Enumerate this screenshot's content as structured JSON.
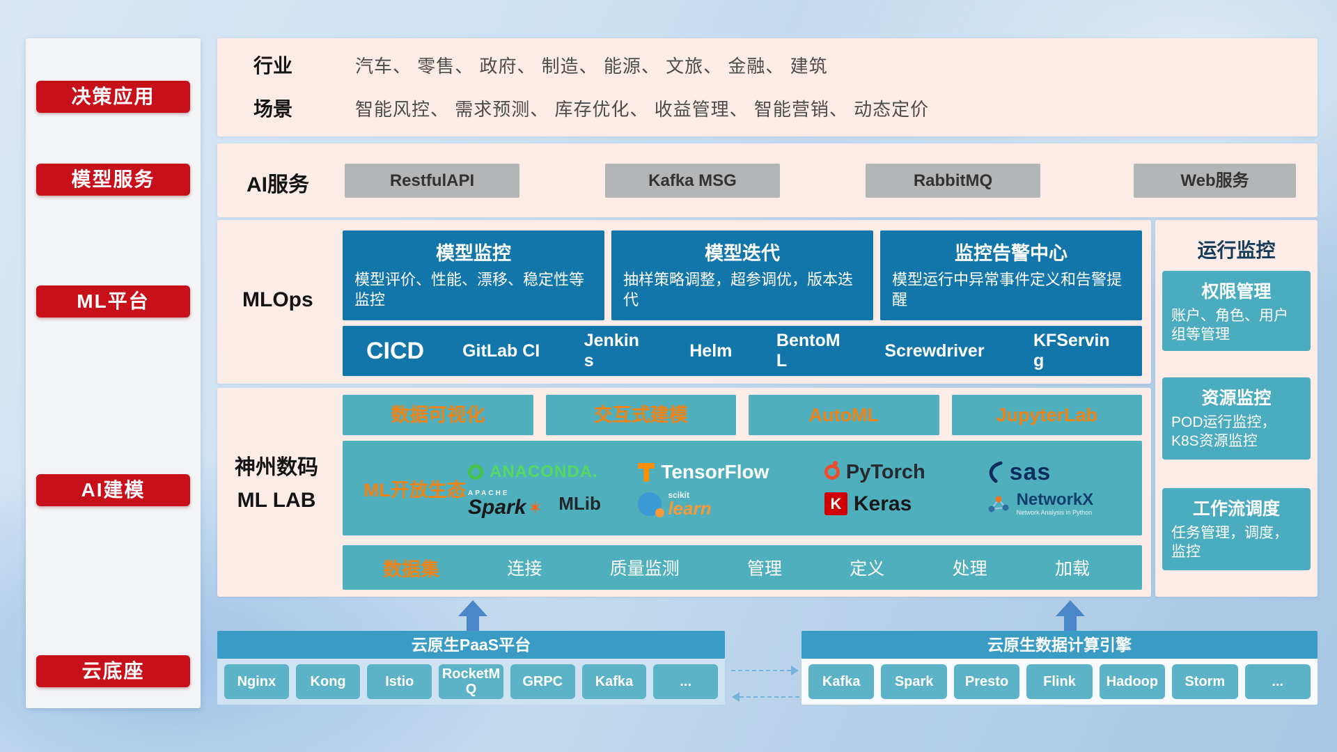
{
  "colors": {
    "red": "#c8101b",
    "pink_panel": "#fcece7",
    "blue": "#1376ab",
    "teal": "#4fafbd",
    "orange": "#ef8315",
    "bar_blue": "#3a9cc4",
    "tool_teal": "#5cb2c6"
  },
  "sidebar": {
    "items": [
      {
        "label": "决策应用"
      },
      {
        "label": "模型服务"
      },
      {
        "label": "ML平台"
      },
      {
        "label": "AI建模"
      },
      {
        "label": "云底座"
      }
    ]
  },
  "apps_row": {
    "industry_label": "行业",
    "industry_text": "汽车、 零售、 政府、 制造、 能源、 文旅、 金融、 建筑",
    "scene_label": "场景",
    "scene_text": "智能风控、 需求预测、 库存优化、 收益管理、 智能营销、 动态定价"
  },
  "service_row": {
    "label": "AI服务",
    "items": [
      "RestfulAPI",
      "Kafka MSG",
      "RabbitMQ",
      "Web服务"
    ]
  },
  "mlops": {
    "label": "MLOps",
    "cards": [
      {
        "title": "模型监控",
        "desc": "模型评价、性能、漂移、稳定性等监控"
      },
      {
        "title": "模型迭代",
        "desc": "抽样策略调整，超参调优，版本迭代"
      },
      {
        "title": "监控告警中心",
        "desc": "模型运行中异常事件定义和告警提醒"
      }
    ],
    "cicd_label": "CICD",
    "cicd_tools": [
      "GitLab CI",
      "Jenkins",
      "Helm",
      "BentoML",
      "Screwdriver",
      "KFServing"
    ]
  },
  "monitor": {
    "title": "运行监控",
    "cards": [
      {
        "title": "权限管理",
        "desc": "账户、角色、用户组等管理"
      },
      {
        "title": "资源监控",
        "desc": "POD运行监控，K8S资源监控"
      },
      {
        "title": "工作流调度",
        "desc": "任务管理，调度，监控"
      }
    ]
  },
  "mllab": {
    "label_line1": "神州数码",
    "label_line2": "ML LAB",
    "features": [
      "数据可视化",
      "交互式建模",
      "AutoML",
      "JupyterLab"
    ],
    "eco_label": "ML开放生态",
    "logos": {
      "anaconda": "ANACONDA.",
      "tensorflow": "TensorFlow",
      "pytorch": "PyTorch",
      "sas": "sas",
      "spark_apache": "APACHE",
      "spark": "Spark",
      "spark_star": "✶",
      "mlib": "MLib",
      "sklearn_top": "scikit",
      "sklearn": "learn",
      "keras_k": "K",
      "keras": "Keras",
      "networkx": "NetworkX",
      "networkx_sub": "Network Analysis in Python"
    },
    "dataset_label": "数据集",
    "dataset_items": [
      "连接",
      "质量监测",
      "管理",
      "定义",
      "处理",
      "加载"
    ]
  },
  "bottom": {
    "paas_title": "云原生PaaS平台",
    "paas_tools": [
      "Nginx",
      "Kong",
      "Istio",
      "RocketMQ",
      "GRPC",
      "Kafka",
      "..."
    ],
    "engine_title": "云原生数据计算引擎",
    "engine_tools": [
      "Kafka",
      "Spark",
      "Presto",
      "Flink",
      "Hadoop",
      "Storm",
      "..."
    ]
  }
}
